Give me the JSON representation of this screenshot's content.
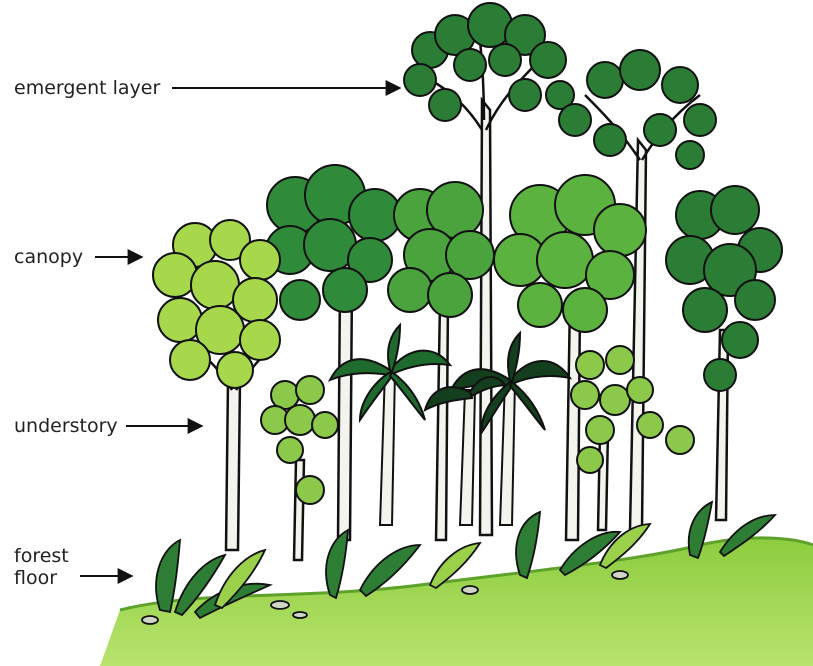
{
  "labels": {
    "emergent": "emergent layer",
    "canopy": "canopy",
    "understory": "understory",
    "forest_floor_line1": "forest",
    "forest_floor_line2": "floor"
  },
  "colors": {
    "ground": "#6fbf3a",
    "ground_light": "#b6e36a",
    "dark_green": "#1f6f33",
    "mid_green": "#3f9a3c",
    "light_green": "#9ad04a",
    "pale_green": "#c2e56a",
    "trunk": "#f4f4ee",
    "outline": "#111111",
    "arrow": "#111111",
    "text": "#222222"
  }
}
